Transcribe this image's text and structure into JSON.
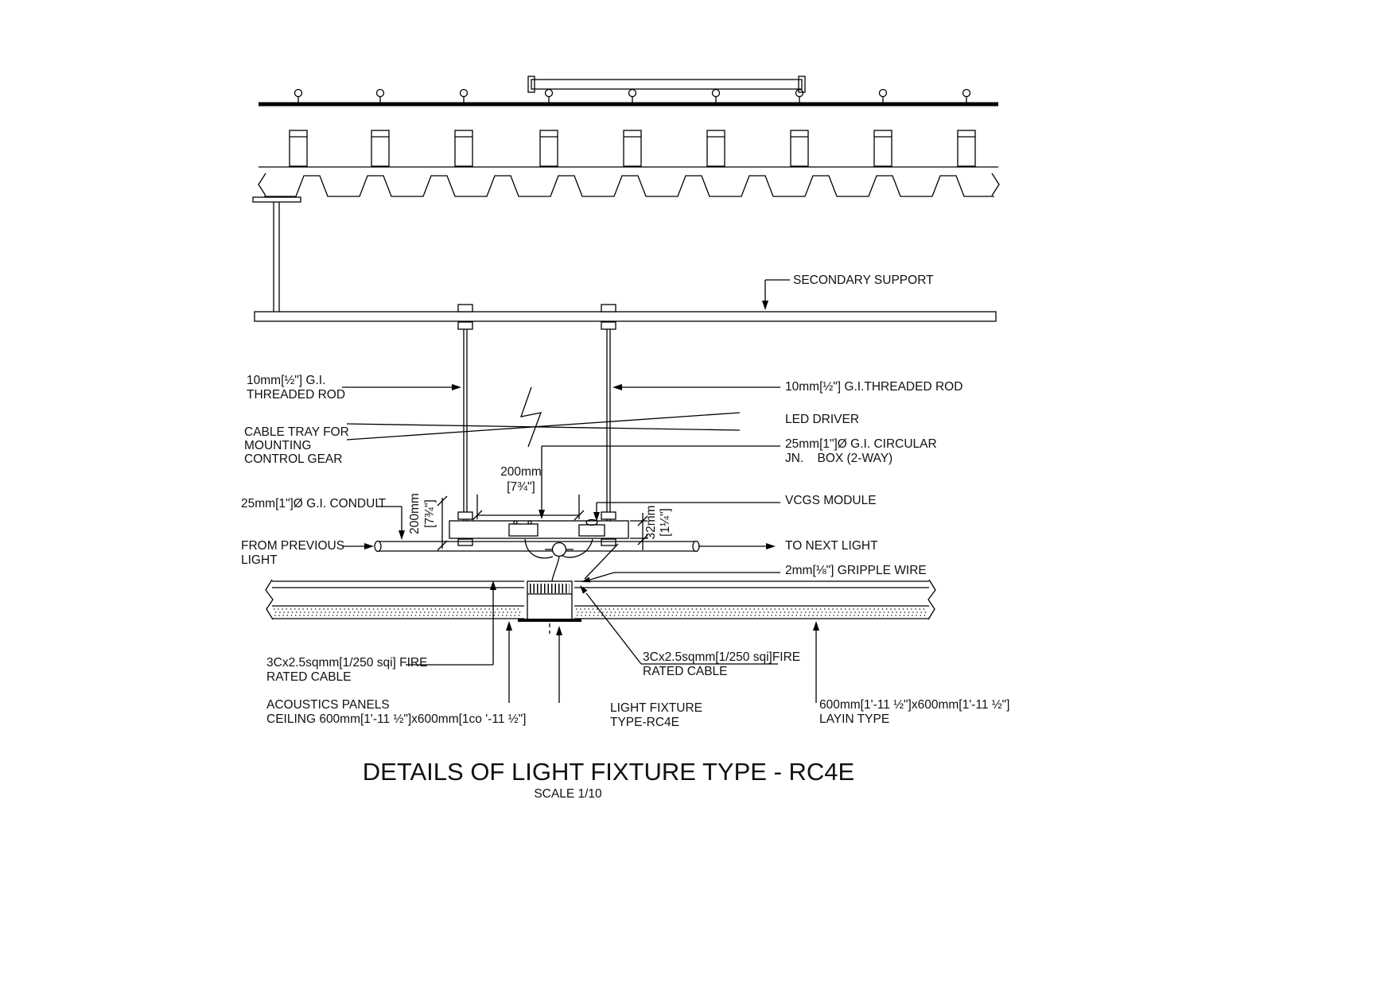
{
  "title": "DETAILS OF LIGHT FIXTURE TYPE - RC4E",
  "scale": "SCALE 1/10",
  "labels": {
    "secondary_support": "SECONDARY SUPPORT",
    "threaded_rod_left": [
      "10mm[½\"] G.I.",
      "THREADED ROD"
    ],
    "cable_tray": [
      "CABLE TRAY FOR",
      "MOUNTING",
      "CONTROL GEAR"
    ],
    "conduit": "25mm[1\"]Ø G.I. CONDUIT",
    "from_previous": [
      "FROM PREVIOUS",
      "LIGHT"
    ],
    "fire_cable_left": [
      "3Cx2.5sqmm[1/250 sqi] FIRE",
      "RATED CABLE"
    ],
    "acoustics": [
      "ACOUSTICS PANELS",
      "CEILING 600mm[1'-11 ½\"]x600mm[1co '-11 ½\"]"
    ],
    "threaded_rod_right": "10mm[½\"] G.I.THREADED ROD",
    "led_driver": "LED DRIVER",
    "jn_box": [
      "25mm[1\"]Ø G.I. CIRCULAR",
      "JN.    BOX (2-WAY)"
    ],
    "vcgs": "VCGS MODULE",
    "to_next": "TO NEXT LIGHT",
    "gripple": "2mm[⅛\"] GRIPPLE WIRE",
    "fire_cable_right": [
      "3Cx2.5sqmm[1/250 sqi]FIRE",
      "RATED CABLE"
    ],
    "light_fixture": [
      "LIGHT FIXTURE",
      "TYPE-RC4E"
    ],
    "layin": [
      "600mm[1'-11 ½\"]x600mm[1'-11 ½\"]",
      "LAYIN TYPE"
    ]
  },
  "dimensions": {
    "dim_200_h": [
      "200mm",
      "[7¾\"]"
    ],
    "dim_200_v": [
      "200mm",
      "[7¾\"]"
    ],
    "dim_32_v": [
      "32mm",
      "[1¼\"]"
    ]
  },
  "colors": {
    "line": "#000000",
    "background": "#ffffff"
  }
}
